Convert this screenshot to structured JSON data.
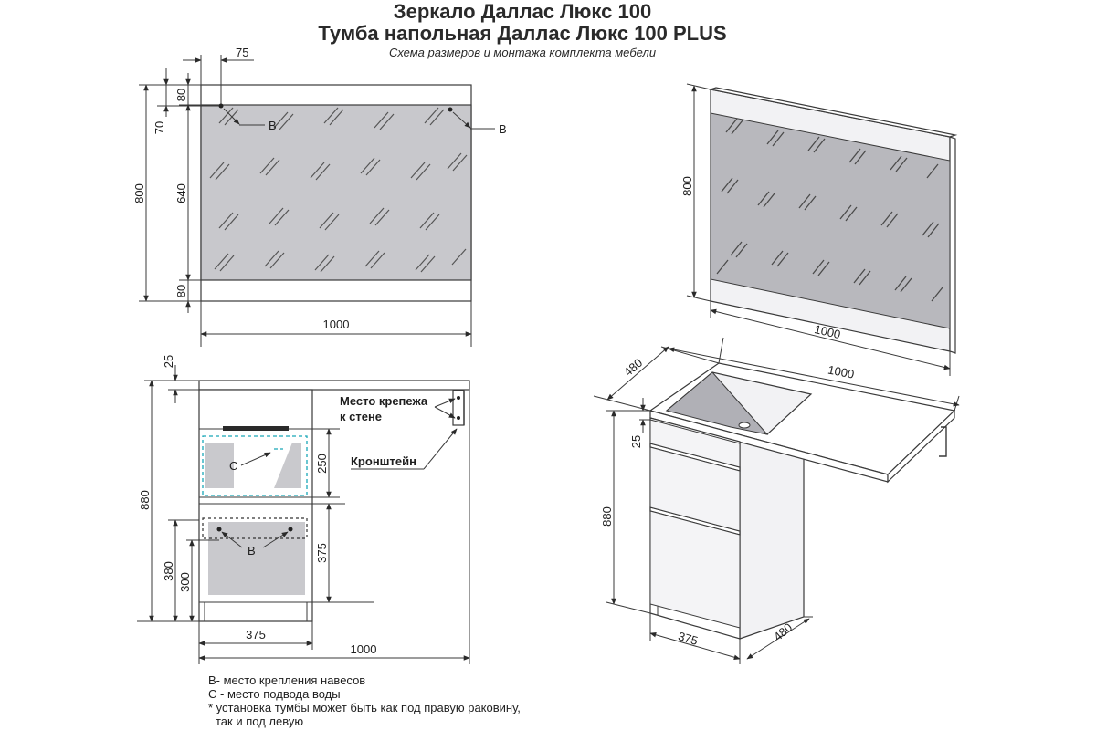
{
  "title_line1": "Зеркало Даллас Люкс 100",
  "title_line2": "Тумба напольная Даллас Люкс 100 PLUS",
  "subtitle": "Схема размеров и монтажа комплекта мебели",
  "mirror_front": {
    "dim_75": "75",
    "dim_80_top": "80",
    "dim_70": "70",
    "dim_640": "640",
    "dim_800": "800",
    "dim_80_bottom": "80",
    "dim_1000": "1000",
    "label_b_left": "B",
    "label_b_right": "B"
  },
  "mirror_3d": {
    "dim_800": "800",
    "dim_1000": "1000"
  },
  "cabinet_front": {
    "dim_25": "25",
    "dim_880": "880",
    "dim_250": "250",
    "dim_375_vertical": "375",
    "dim_380": "380",
    "dim_300": "300",
    "dim_375_horizontal": "375",
    "dim_1000": "1000",
    "label_c": "C",
    "label_b": "B",
    "wall_mount_line1": "Место крепежа",
    "wall_mount_line2": "к стене",
    "bracket": "Кронштейн"
  },
  "cabinet_3d": {
    "dim_480_top": "480",
    "dim_1000": "1000",
    "dim_25": "25",
    "dim_880": "880",
    "dim_375": "375",
    "dim_480_bottom": "480"
  },
  "notes": {
    "line1": "В- место крепления навесов",
    "line2": "С - место подвода воды",
    "line3": "* установка тумбы может быть как под правую раковину,",
    "line4": "так и под левую"
  }
}
